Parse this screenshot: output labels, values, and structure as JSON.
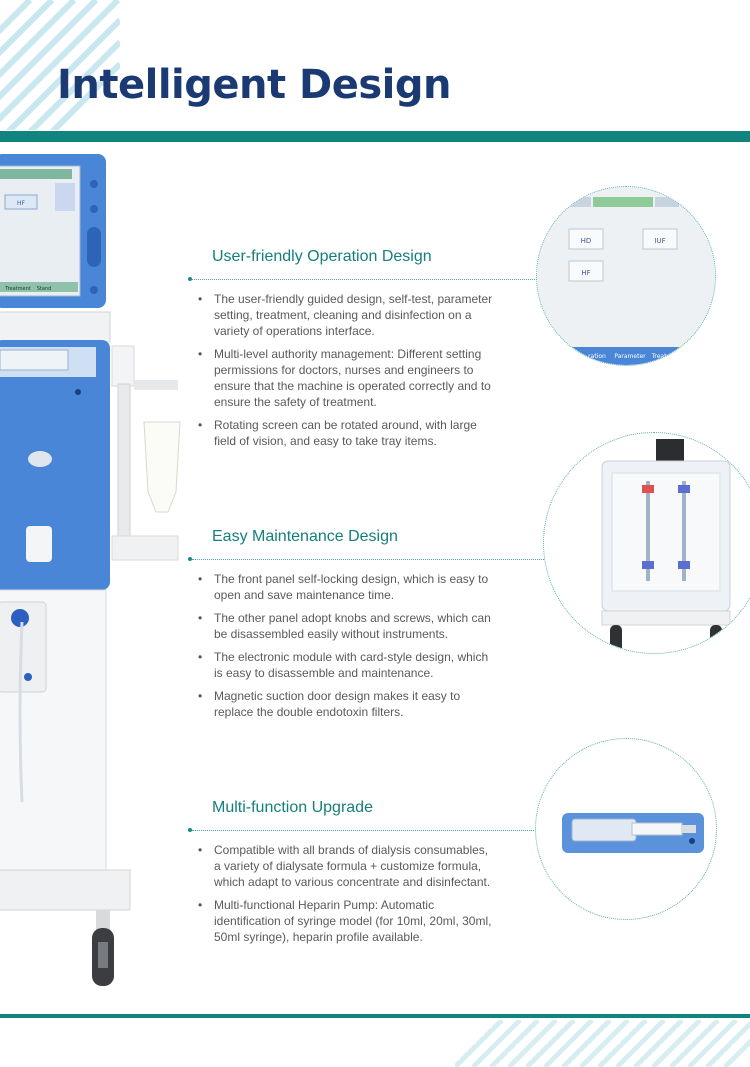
{
  "header": {
    "title": "Intelligent Design"
  },
  "colors": {
    "navy": "#1b3a73",
    "teal": "#128480",
    "machine_blue": "#3f7fd4",
    "stripe": "#bfe3ea"
  },
  "machine": {
    "tabs": [
      "Treatment",
      "Stand"
    ],
    "screen_button": "HF"
  },
  "sections": [
    {
      "title": "User-friendly Operation Design",
      "bullets": [
        "The user-friendly guided design, self-test, parameter setting, treatment, cleaning and disinfection on a variety of operations interface.",
        "Multi-level authority management: Different setting permissions for doctors, nurses and engineers to ensure that the machine is operated correctly and to ensure the safety of treatment.",
        "Rotating screen can be rotated around, with large field of vision, and easy to take tray items."
      ],
      "image": {
        "icon": "touchscreen-closeup",
        "buttons": [
          "HD",
          "IUF",
          "HF"
        ],
        "tabs": [
          "ration",
          "Parameter",
          "Treat"
        ]
      }
    },
    {
      "title": "Easy Maintenance Design",
      "bullets": [
        "The front panel self-locking design, which is easy to open and save maintenance time.",
        "The other panel adopt knobs and screws, which can be disassembled easily without instruments.",
        "The electronic module with card-style design, which is easy to disassemble and maintenance.",
        "Magnetic suction door design makes it easy to replace the double endotoxin filters."
      ],
      "image": {
        "icon": "rear-panel-with-filters"
      }
    },
    {
      "title": "Multi-function Upgrade",
      "bullets": [
        "Compatible with all brands of dialysis consumables, a variety of dialysate formula + customize formula, which adapt to various concentrate and disinfectant.",
        "Multi-functional Heparin Pump: Automatic identification of syringe model (for 10ml, 20ml, 30ml, 50ml syringe), heparin profile available."
      ],
      "image": {
        "icon": "heparin-syringe-pump"
      }
    }
  ]
}
